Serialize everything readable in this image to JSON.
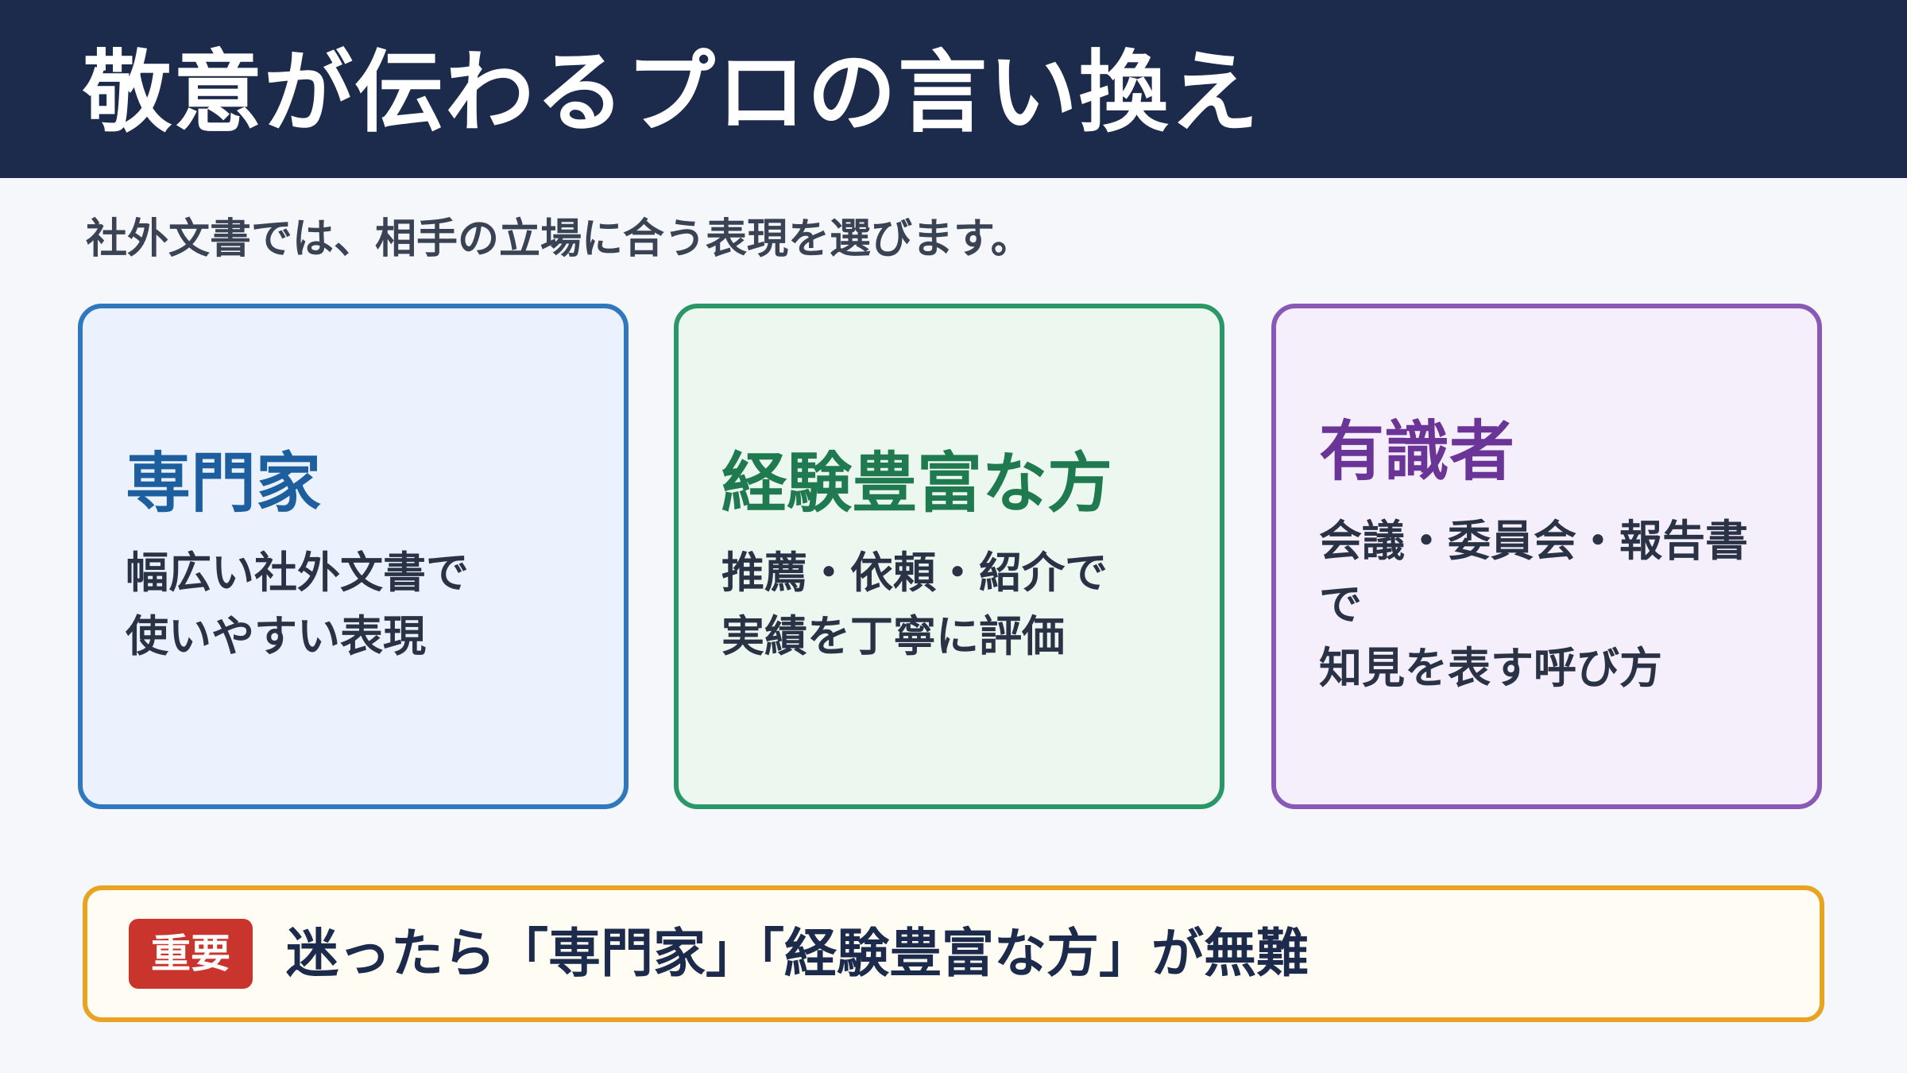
{
  "header": {
    "title": "敬意が伝わるプロの言い換え"
  },
  "subtitle": "社外文書では、相手の立場に合う表現を選びます。",
  "colors": {
    "header_bg": "#1c2b4b",
    "page_bg": "#f5f7fb",
    "badge_bg": "#c9342c",
    "callout_border": "#e8a323"
  },
  "cards": [
    {
      "heading": "専門家",
      "lines": [
        "幅広い社外文書で",
        "使いやすい表現"
      ],
      "accent": "#2f78bd",
      "heading_color": "#1d5f9e",
      "background": "#ebf2fd"
    },
    {
      "heading": "経験豊富な方",
      "lines": [
        "推薦・依頼・紹介で",
        "実績を丁寧に評価"
      ],
      "accent": "#2a9866",
      "heading_color": "#1f7a4f",
      "background": "#ecf7ef"
    },
    {
      "heading": "有識者",
      "lines": [
        "会議・委員会・報告書",
        "で",
        "知見を表す呼び方"
      ],
      "accent": "#8a59b8",
      "heading_color": "#6a3596",
      "background": "#f5effc"
    }
  ],
  "callout": {
    "badge": "重要",
    "text": "迷ったら「専門家」「経験豊富な方」が無難"
  }
}
